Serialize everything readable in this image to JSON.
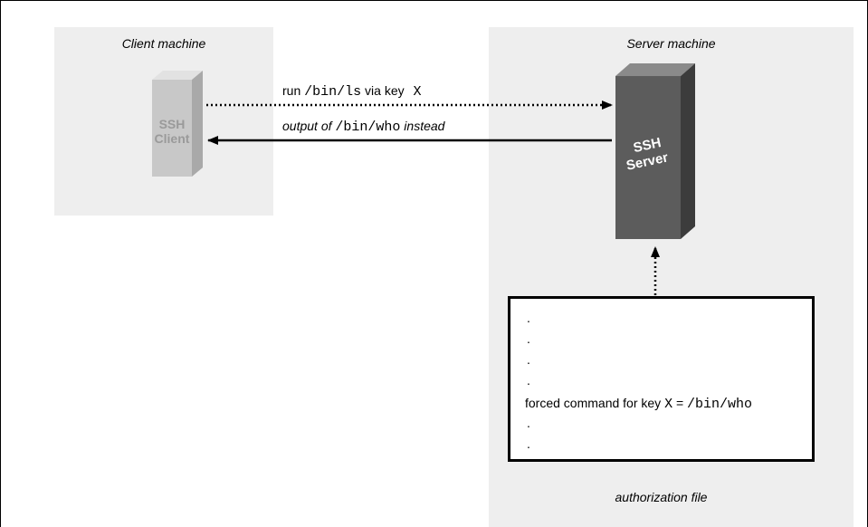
{
  "client": {
    "title": "Client machine",
    "box_label_line1": "SSH",
    "box_label_line2": "Client"
  },
  "server": {
    "title": "Server machine",
    "box_label_line1": "SSH",
    "box_label_line2": "Server"
  },
  "request": {
    "prefix": "run",
    "command": "/bin/ls",
    "middle": "via key",
    "key": "X"
  },
  "response": {
    "prefix": "output of",
    "command": "/bin/who",
    "suffix": "instead"
  },
  "auth_file": {
    "caption": "authorization file",
    "dot": ".",
    "forced_prefix": "forced command for key",
    "forced_key": "X",
    "forced_equals": "=",
    "forced_command": "/bin/who"
  },
  "colors": {
    "panel": "#eeeeee",
    "client_box": "#c8c8c8",
    "server_box": "#555555"
  }
}
